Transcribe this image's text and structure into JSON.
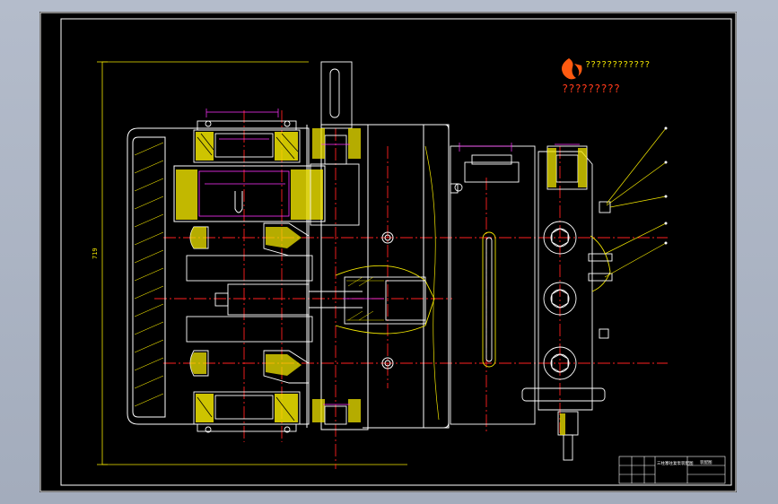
{
  "app": {
    "canvas_background": "#000000",
    "window_background": "#a9b1c1"
  },
  "colors": {
    "frame": "#ffffff",
    "part_outline": "#ffffff",
    "hatch": "#f2e600",
    "center_line": "#ff2020",
    "dimension": "#ff33ff",
    "leader": "#f2e600",
    "watermark_text": "#ff3a1a",
    "watermark_logo": "#ff5a10"
  },
  "watermark": {
    "logo_icon": "flame-logo-icon",
    "line1": "????????????",
    "line2": "?????????"
  },
  "dimension_text": {
    "overall_height": "719"
  },
  "title_block": {
    "drawing_title": "三柱塞往复泵装配图",
    "drawing_number": "装配图"
  }
}
